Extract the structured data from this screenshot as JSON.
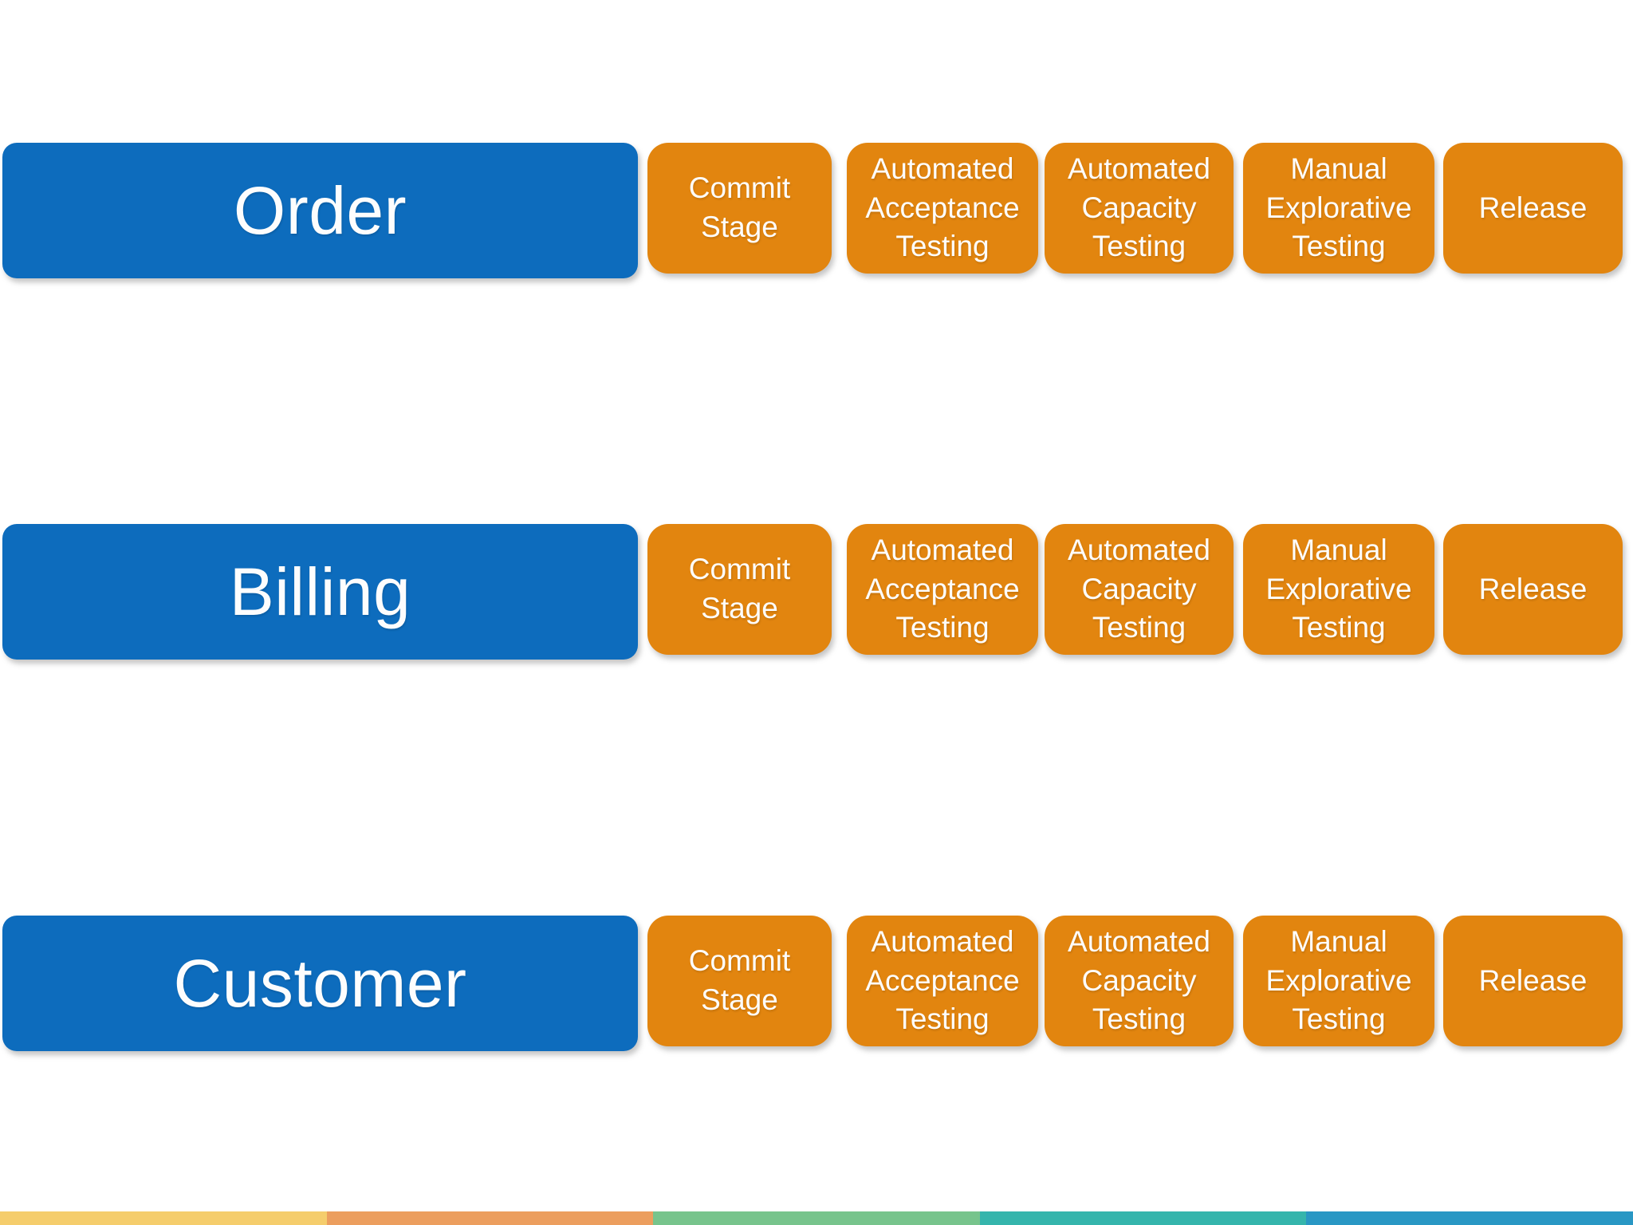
{
  "pipeline_rows": [
    {
      "service": "Order"
    },
    {
      "service": "Billing"
    },
    {
      "service": "Customer"
    }
  ],
  "stages": [
    "Commit Stage",
    "Automated Acceptance Testing",
    "Automated Capacity Testing",
    "Manual Explorative Testing",
    "Release"
  ],
  "colors": {
    "service_box": "#0d6cbd",
    "stage_box": "#e2850f",
    "label_text": "#fdfdfd"
  },
  "footer_stripe_colors": [
    "#f5cd6c",
    "#ec9e5e",
    "#77c48c",
    "#35b5ac",
    "#2997c4"
  ]
}
